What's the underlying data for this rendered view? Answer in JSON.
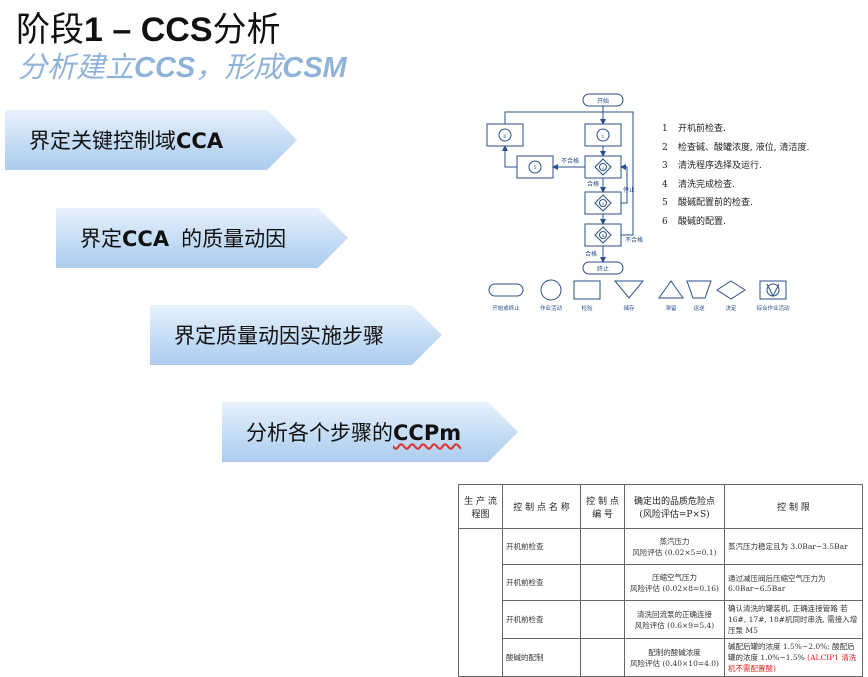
{
  "slide": {
    "title_prefix": "阶段",
    "title_bold": "1 – CCS",
    "title_suffix": "分析",
    "subtitle_prefix": "分析建立",
    "subtitle_bold1": "CCS",
    "subtitle_mid": "，形成",
    "subtitle_bold2": "CSM"
  },
  "steps": [
    {
      "pre": "界定关键控制域",
      "bold": "CCA",
      "post": ""
    },
    {
      "pre": "界定",
      "bold": "CCA",
      "post": "的质量动因"
    },
    {
      "pre": "界定质量动因实施步骤",
      "bold": "",
      "post": ""
    },
    {
      "pre": "分析各个步骤的",
      "bold": "CCPm",
      "post": ""
    }
  ],
  "flowchart": {
    "start": "开始",
    "end": "终止",
    "fail1": "不合格",
    "fail2": "不合格",
    "pass1": "合格",
    "pass2": "合格",
    "stop": "停止",
    "nodes": [
      "1",
      "2",
      "3",
      "4",
      "5",
      "6"
    ],
    "legend_items": [
      {
        "n": "1",
        "text": "开机前检查."
      },
      {
        "n": "2",
        "text": "检查碱、酸罐浓度, 液位, 清洁度."
      },
      {
        "n": "3",
        "text": "清洗程序选择及运行."
      },
      {
        "n": "4",
        "text": "清洗完成检查."
      },
      {
        "n": "5",
        "text": "酸碱配置前的检查."
      },
      {
        "n": "6",
        "text": "酸碱的配置."
      }
    ],
    "symbols": [
      "开始或终止",
      "作业活动",
      "检验",
      "储存",
      "滞留",
      "运送",
      "决定",
      "综合作业活动"
    ]
  },
  "table": {
    "headers": [
      "生 产 流程图",
      "控 制 点 名 称",
      "控 制 点 编 号",
      "确定出的品质危险点 (风险评估=P×S)",
      "控 制 限"
    ],
    "rows": [
      {
        "name": "开机前检查",
        "risk1": "蒸汽压力",
        "risk2": "风险评估 (0.02×5=0.1)",
        "limit": "蒸汽压力稳定且为 3.0Bar~3.5Bar",
        "limit_red": ""
      },
      {
        "name": "开机前检查",
        "risk1": "压缩空气压力",
        "risk2": "风险评估 (0.02×8=0.16)",
        "limit": "通过减压阀后压缩空气压力为 6.0Bar~6.5Bar",
        "limit_red": ""
      },
      {
        "name": "开机前检查",
        "risk1": "清洗回流泵的正确连接",
        "risk2": "风险评估 (0.6×9=5.4)",
        "limit": "确认清洗的罐装机, 正确连接管路 若 16#, 17#, 18#机同时串洗, 需接入增压泵 M5",
        "limit_red": ""
      },
      {
        "name": "酸碱的配制",
        "risk1": "配制的酸碱浓度",
        "risk2": "风险评估 (0.40×10=4.0)",
        "limit": "碱配后罐的浓度 1.5%~2.0%; 酸配后罐的浓度 1.0%~1.5%",
        "limit_red": "(ALCIP1 清洗机不需配置酸)"
      }
    ]
  }
}
